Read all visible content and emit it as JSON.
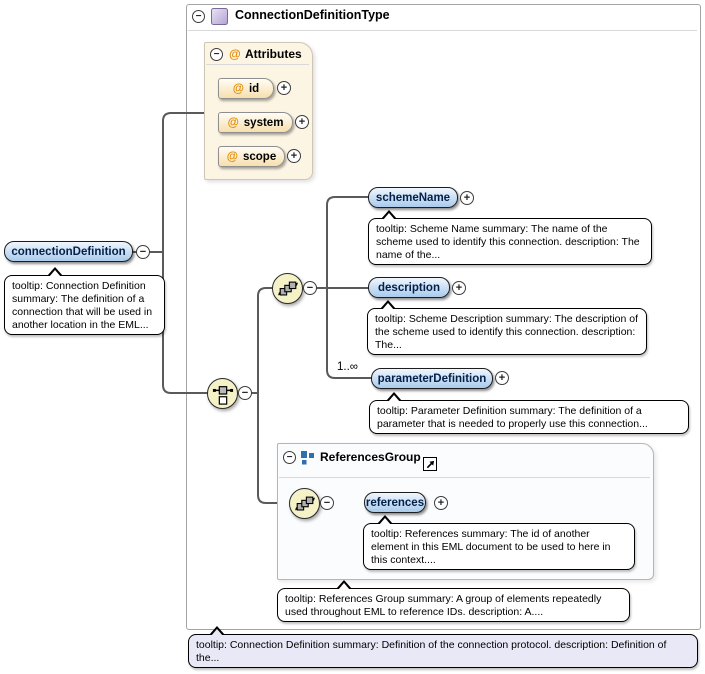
{
  "glyphs": {
    "minus": "−",
    "plus": "+",
    "at": "@"
  },
  "colors": {
    "element_badge_fill": "#a9cbec",
    "attribute_badge_fill": "#f7dfad",
    "compositor_circle_fill": "#f6f2c8",
    "attributes_box_fill": "#fdf5e4",
    "bottom_tooltip_fill": "#e9e8f6",
    "accent_at_sign": "#e28b00",
    "group_icon_blue": "#2f6fae",
    "type_icon_purple": "#b3a5d3",
    "wire_gray": "#5a5a5a"
  },
  "root": {
    "title": "ConnectionDefinitionType"
  },
  "attributes": {
    "title": "Attributes",
    "items": [
      {
        "name": "id"
      },
      {
        "name": "system"
      },
      {
        "name": "scope"
      }
    ]
  },
  "connection_definition": {
    "label": "connectionDefinition",
    "tooltip": "tooltip: Connection Definition summary: The definition of a connection that will be used in another location in the EML..."
  },
  "elements": [
    {
      "label": "schemeName",
      "tooltip": "tooltip: Scheme Name summary: The name of the scheme used to identify this connection. description: The name of the..."
    },
    {
      "label": "description",
      "tooltip": "tooltip: Scheme Description summary: The description of the scheme used to identify this connection. description: The..."
    },
    {
      "label": "parameterDefinition",
      "cardinality": "1..∞",
      "tooltip": "tooltip: Parameter Definition summary: The definition of a parameter that is needed to properly use this connection..."
    }
  ],
  "references_group": {
    "title": "ReferencesGroup",
    "element": {
      "label": "references",
      "tooltip": "tooltip: References summary: The id of another element in this EML document to be used to here in this context...."
    },
    "tooltip": "tooltip: References Group summary: A group of elements repeatedly used throughout EML to reference IDs. description: A...."
  },
  "type_tooltip": "tooltip: Connection Definition summary: Definition of the connection protocol. description: Definition of the..."
}
